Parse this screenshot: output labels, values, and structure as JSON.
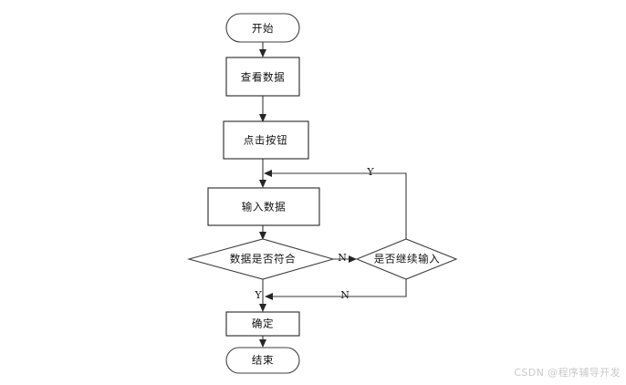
{
  "diagram": {
    "type": "flowchart",
    "orientation": "top-to-bottom",
    "background_color": "#ffffff",
    "stroke_color": "#3f3f3f",
    "text_color": "#111111",
    "nodes": [
      {
        "id": "start",
        "shape": "terminator",
        "label": "开始"
      },
      {
        "id": "view",
        "shape": "process",
        "label": "查看数据"
      },
      {
        "id": "click",
        "shape": "process",
        "label": "点击按钮"
      },
      {
        "id": "input",
        "shape": "process",
        "label": "输入数据"
      },
      {
        "id": "check",
        "shape": "decision",
        "label": "数据是否符合"
      },
      {
        "id": "continue",
        "shape": "decision",
        "label": "是否继续输入"
      },
      {
        "id": "confirm",
        "shape": "process",
        "label": "确定"
      },
      {
        "id": "end",
        "shape": "terminator",
        "label": "结束"
      }
    ],
    "edges": [
      {
        "from": "start",
        "to": "view",
        "label": ""
      },
      {
        "from": "view",
        "to": "click",
        "label": ""
      },
      {
        "from": "click",
        "to": "input",
        "label": ""
      },
      {
        "from": "input",
        "to": "check",
        "label": ""
      },
      {
        "from": "check",
        "to": "continue",
        "label": "N"
      },
      {
        "from": "check",
        "to": "confirm",
        "label": "Y"
      },
      {
        "from": "continue",
        "to": "input",
        "label": "Y"
      },
      {
        "from": "continue",
        "to": "confirm",
        "label": "N"
      },
      {
        "from": "confirm",
        "to": "end",
        "label": ""
      }
    ],
    "edge_labels": {
      "yes": "Y",
      "no": "N"
    }
  },
  "watermark": {
    "text": "CSDN @程序辅导开发",
    "color": "#c9c9c9"
  }
}
